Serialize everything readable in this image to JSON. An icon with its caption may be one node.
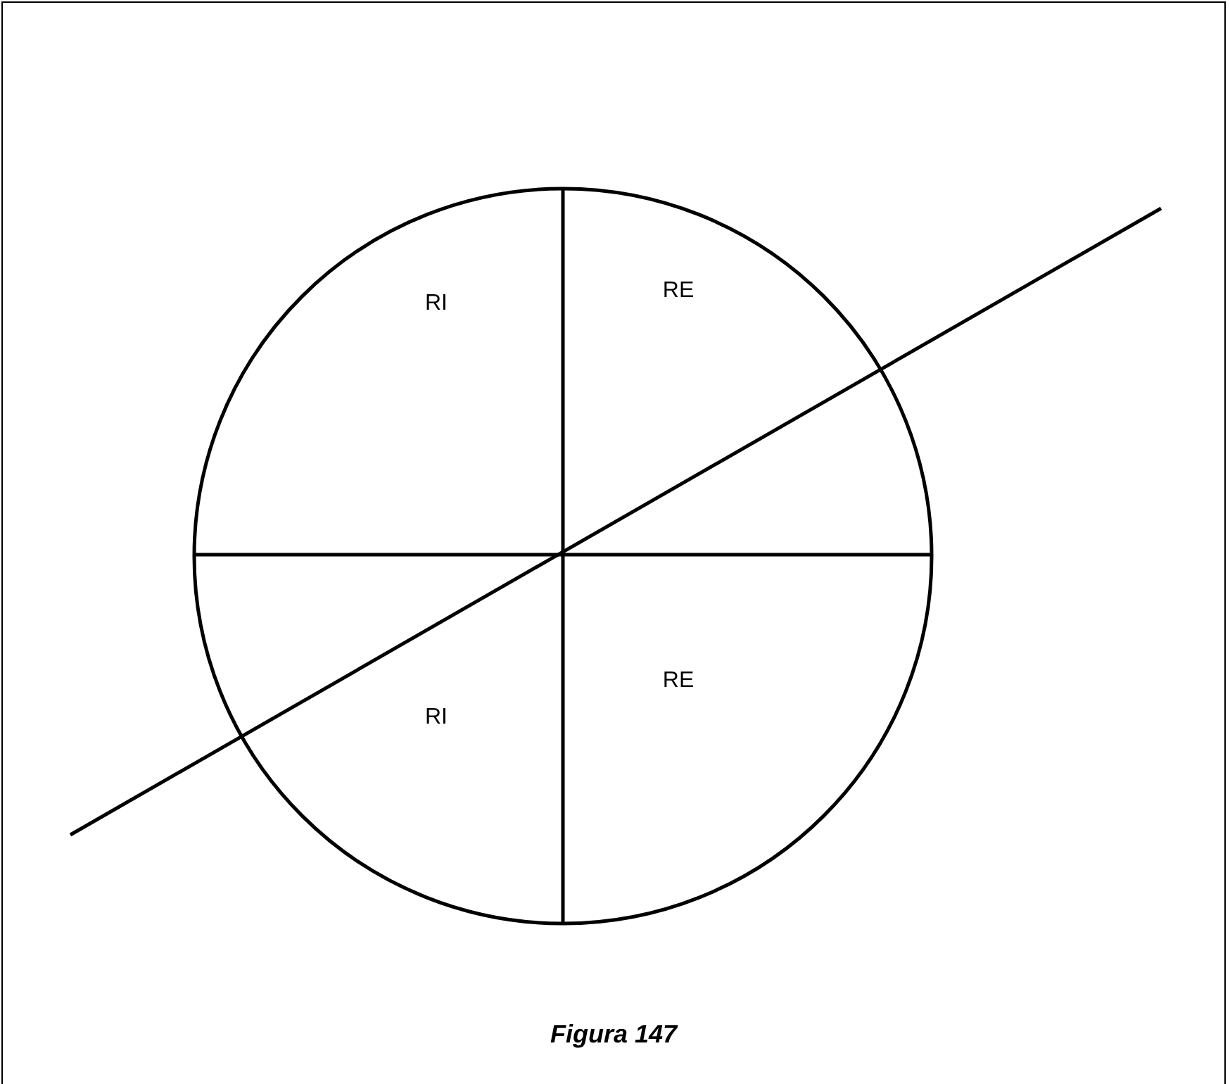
{
  "diagram": {
    "caption": "Figura 147",
    "labels": [
      "RI",
      "RE",
      "RE",
      "RI"
    ]
  }
}
